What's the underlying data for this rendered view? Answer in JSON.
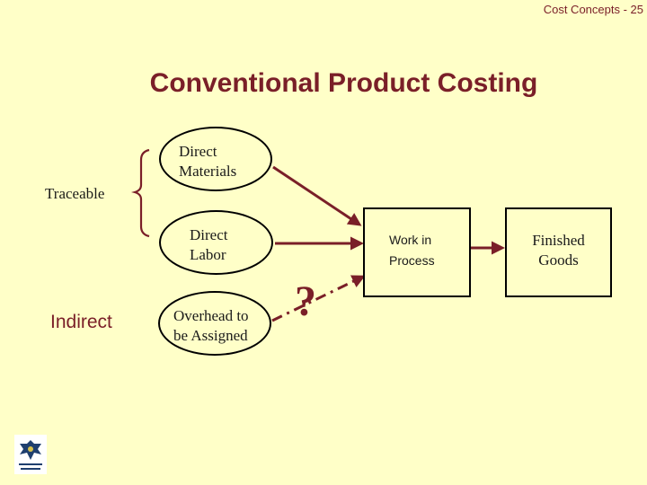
{
  "slide": {
    "number": "Cost Concepts - 25",
    "title": "Conventional Product Costing"
  },
  "labels": {
    "traceable": "Traceable",
    "indirect": "Indirect"
  },
  "nodes": {
    "direct_materials": {
      "line1": "Direct",
      "line2": "Materials"
    },
    "direct_labor": {
      "line1": "Direct",
      "line2": "Labor"
    },
    "overhead": {
      "line1": "Overhead to",
      "line2": "be Assigned"
    },
    "work_in_process": {
      "line1": "Work in",
      "line2": "Process"
    },
    "finished_goods": {
      "line1": "Finished",
      "line2": "Goods"
    }
  },
  "question_mark": "?",
  "colors": {
    "background": "#ffffc8",
    "title": "#7a1f28",
    "arrow": "#7a1f28",
    "outline": "#000000"
  },
  "logo": {
    "icon": "university-crest-icon"
  }
}
